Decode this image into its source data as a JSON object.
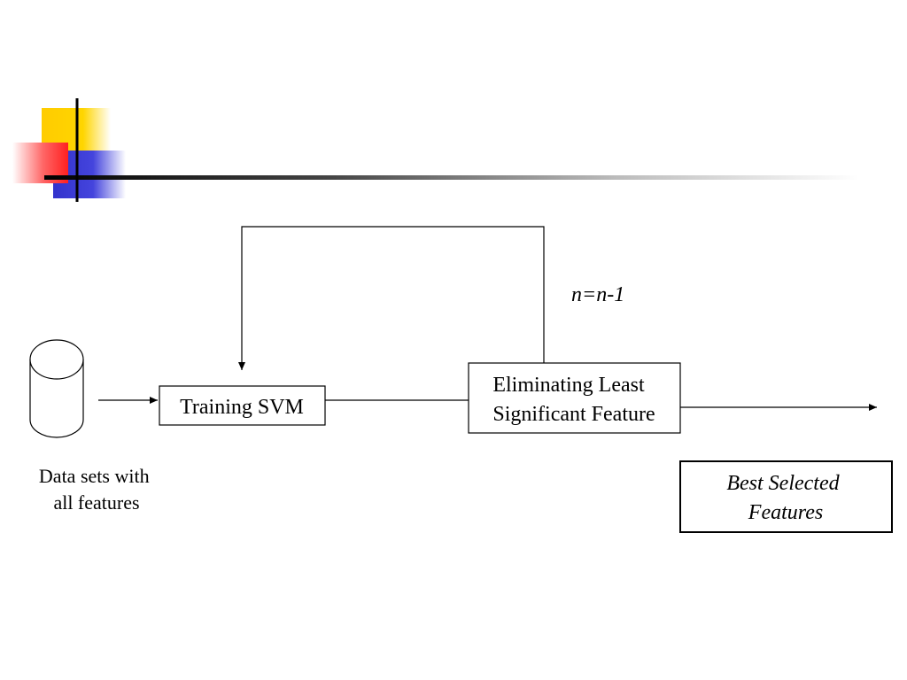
{
  "theme": {
    "accent_yellow": "#FFCC00",
    "accent_red": "#FF3333",
    "accent_blue": "#3333CC",
    "line": "#000000"
  },
  "diagram": {
    "nodes": {
      "datasource": {
        "shape": "cylinder",
        "label_lines": [
          "Data sets with",
          "all features"
        ]
      },
      "training": {
        "label": "Training SVM"
      },
      "eliminating": {
        "label_lines": [
          "Eliminating Least",
          "Significant Feature"
        ]
      },
      "best": {
        "label_lines": [
          "Best Selected",
          "Features"
        ]
      }
    },
    "loop_label": "n=n-1"
  }
}
